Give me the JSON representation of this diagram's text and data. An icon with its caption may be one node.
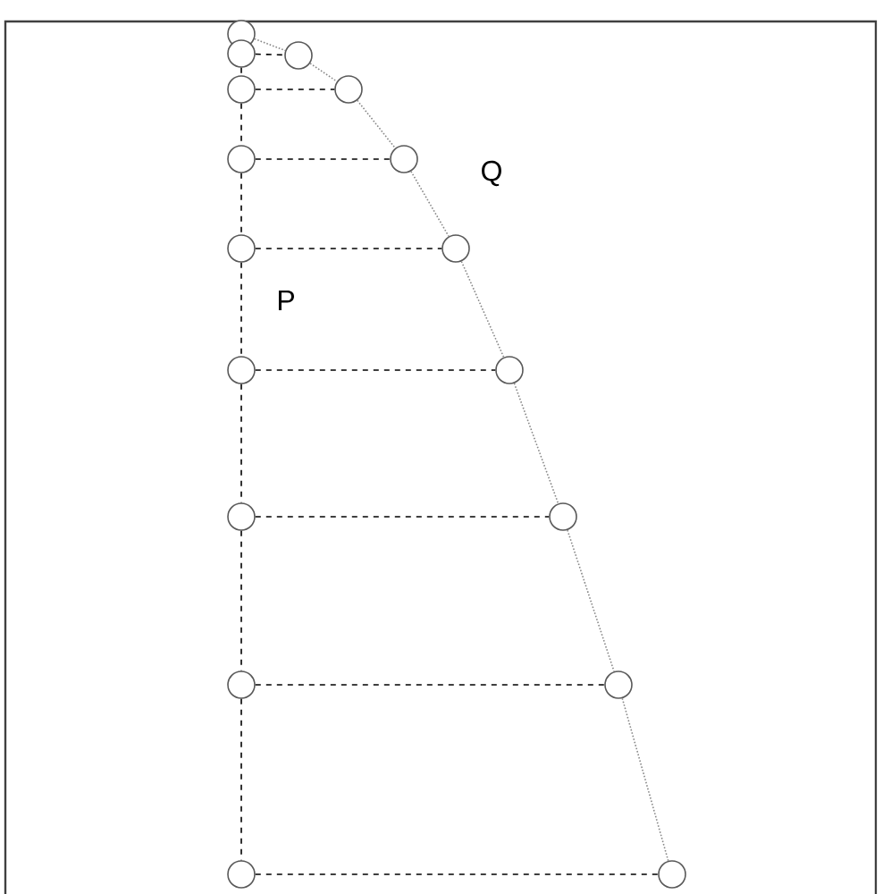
{
  "diagram": {
    "nodes": [
      {
        "text": [],
        "shape": "circle"
      },
      {
        "text": [],
        "shape": "circle"
      },
      {
        "text": [],
        "shape": "circle"
      },
      {
        "text": [],
        "shape": "circle"
      },
      {
        "text": [],
        "shape": "circle"
      },
      {
        "text": [],
        "shape": "circle"
      },
      {
        "text": [],
        "shape": "circle"
      },
      {
        "text": [],
        "shape": "circle"
      },
      {
        "text": [],
        "shape": "circle"
      },
      {
        "text": [],
        "shape": "circle"
      },
      {
        "text": [],
        "shape": "circle"
      },
      {
        "text": [],
        "shape": "circle"
      },
      {
        "text": [],
        "shape": "circle"
      },
      {
        "text": [],
        "shape": "circle"
      },
      {
        "text": [],
        "shape": "circle"
      },
      {
        "text": [],
        "shape": "circle"
      },
      {
        "text": [],
        "shape": "circle"
      }
    ],
    "edges": [
      {
        "from": 1,
        "to": 2,
        "arrow": "none",
        "style": "dashed"
      },
      {
        "from": 3,
        "to": 4,
        "arrow": "none",
        "style": "dashed"
      },
      {
        "from": 5,
        "to": 6,
        "arrow": "none",
        "style": "dashed"
      },
      {
        "from": 7,
        "to": 8,
        "arrow": "none",
        "style": "dashed"
      },
      {
        "from": 9,
        "to": 10,
        "arrow": "none",
        "style": "dashed"
      },
      {
        "from": 11,
        "to": 12,
        "arrow": "none",
        "style": "dashed"
      },
      {
        "from": 13,
        "to": 14,
        "arrow": "none",
        "style": "dashed"
      },
      {
        "from": 15,
        "to": 16,
        "arrow": "none",
        "style": "dashed"
      },
      {
        "from": 1,
        "to": 3,
        "arrow": "none",
        "style": "dashed"
      },
      {
        "from": 3,
        "to": 5,
        "arrow": "none",
        "style": "dashed"
      },
      {
        "from": 5,
        "to": 7,
        "arrow": "none",
        "style": "dashed"
      },
      {
        "from": 7,
        "to": 9,
        "arrow": "none",
        "style": "dashed"
      },
      {
        "from": 9,
        "to": 11,
        "arrow": "none",
        "style": "dashed"
      },
      {
        "from": 11,
        "to": 13,
        "arrow": "none",
        "style": "dashed"
      },
      {
        "from": 13,
        "to": 15,
        "arrow": "none",
        "style": "dashed"
      },
      {
        "from": 0,
        "to": 2,
        "arrow": "none",
        "color": "#888888"
      },
      {
        "from": 2,
        "to": 4,
        "arrow": "none",
        "color": "#888888"
      },
      {
        "from": 4,
        "to": 6,
        "arrow": "none",
        "color": "#888888"
      },
      {
        "from": 6,
        "to": 8,
        "arrow": "none",
        "color": "#888888"
      },
      {
        "from": 8,
        "to": 10,
        "arrow": "none",
        "color": "#888888"
      },
      {
        "from": 10,
        "to": 12,
        "arrow": "none",
        "color": "#888888"
      },
      {
        "from": 12,
        "to": 14,
        "arrow": "none",
        "color": "#888888"
      },
      {
        "from": 14,
        "to": 16,
        "arrow": "none",
        "color": "#888888"
      }
    ],
    "labels": [
      "Q",
      "P"
    ]
  }
}
